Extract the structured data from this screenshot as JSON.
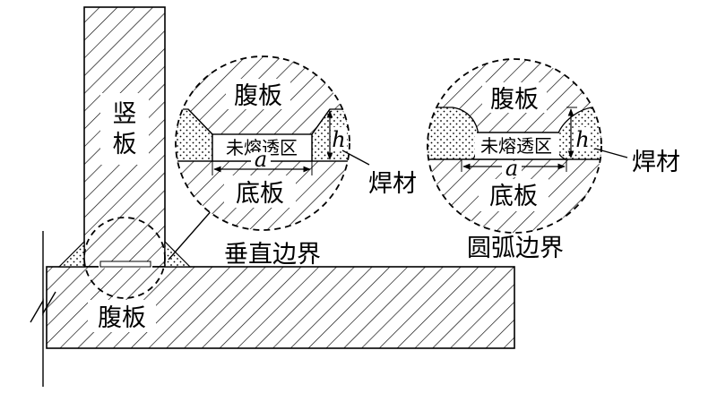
{
  "main_figure": {
    "vertical_plate_label": [
      "竖",
      "板"
    ],
    "web_plate_label": "腹板"
  },
  "detail_vertical": {
    "caption": "垂直边界",
    "web_label": "腹板",
    "base_label": "底板",
    "unfused_label": "未熔透区",
    "weld_label": "焊材",
    "dim_a": "a",
    "dim_h": "h"
  },
  "detail_arc": {
    "caption": "圆弧边界",
    "web_label": "腹板",
    "base_label": "底板",
    "unfused_label": "未熔透区",
    "weld_label": "焊材",
    "dim_a": "a",
    "dim_h": "h"
  }
}
